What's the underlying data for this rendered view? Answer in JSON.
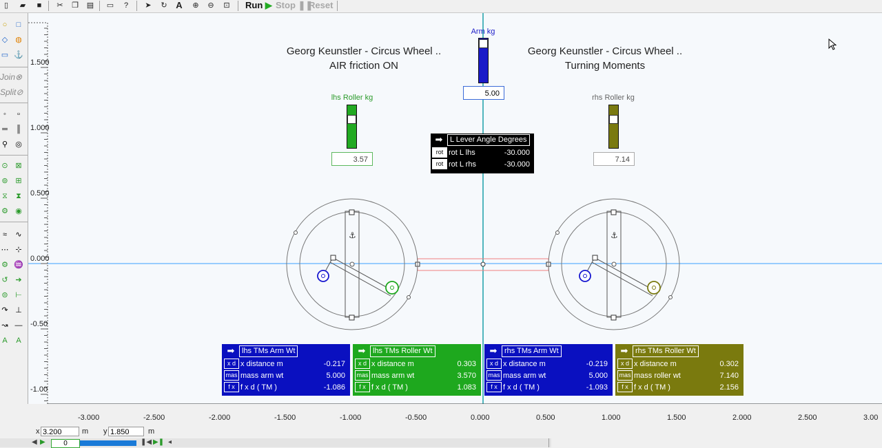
{
  "toolbar": {
    "run_label": "Run",
    "stop_label": "Stop",
    "reset_label": "Reset"
  },
  "palette": {
    "join_label": "Join",
    "split_label": "Split"
  },
  "titles": {
    "left_line1": "Georg Keunstler - Circus Wheel ..",
    "left_line2": "AIR friction ON",
    "right_line1": "Georg Keunstler - Circus Wheel ..",
    "right_line2": "Turning Moments"
  },
  "controls": {
    "arm": {
      "label": "Arm kg",
      "value": "5.00",
      "color": "#1a1ac8"
    },
    "lhs_roller": {
      "label": "lhs Roller kg",
      "value": "3.57",
      "color": "#22aa22",
      "level": 0.45
    },
    "rhs_roller": {
      "label": "rhs Roller kg",
      "value": "7.14",
      "color": "#7a7a10",
      "level": 0.45
    }
  },
  "lever_panel": {
    "title": "L Lever Angle Degrees",
    "rows": [
      {
        "icon": "rot",
        "label": "rot L lhs",
        "value": "-30.000"
      },
      {
        "icon": "rot",
        "label": "rot L rhs",
        "value": "-30.000"
      }
    ]
  },
  "panels": [
    {
      "title": "lhs TMs Arm Wt",
      "color": "#0a10c0",
      "rows": [
        {
          "icon": "x d",
          "label": "x distance m",
          "value": "-0.217"
        },
        {
          "icon": "mas",
          "label": "mass arm wt",
          "value": "5.000"
        },
        {
          "icon": "f x",
          "label": "f x d ( TM )",
          "value": "-1.086"
        }
      ]
    },
    {
      "title": "lhs TMs Roller Wt",
      "color": "#1ea81e",
      "rows": [
        {
          "icon": "x d",
          "label": "x distance m",
          "value": "0.303"
        },
        {
          "icon": "mas",
          "label": "mass arm wt",
          "value": "3.570"
        },
        {
          "icon": "f x",
          "label": "f x d ( TM )",
          "value": "1.083"
        }
      ]
    },
    {
      "title": "rhs TMs Arm Wt",
      "color": "#0a10c0",
      "rows": [
        {
          "icon": "x d",
          "label": "x distance m",
          "value": "-0.219"
        },
        {
          "icon": "mas",
          "label": "mass arm wt",
          "value": "5.000"
        },
        {
          "icon": "f x",
          "label": "f x d ( TM )",
          "value": "-1.093"
        }
      ]
    },
    {
      "title": "rhs TMs Roller Wt",
      "color": "#7a7a0e",
      "rows": [
        {
          "icon": "x d",
          "label": "x distance m",
          "value": "0.302"
        },
        {
          "icon": "mas",
          "label": "mass roller wt",
          "value": "7.140"
        },
        {
          "icon": "f x",
          "label": "f x d ( TM )",
          "value": "2.156"
        }
      ]
    }
  ],
  "x_axis_ticks": [
    "-3.000",
    "-2.500",
    "-2.000",
    "-1.500",
    "-1.000",
    "-0.500",
    "0.000",
    "0.500",
    "1.000",
    "1.500",
    "2.000",
    "2.500",
    "3.00"
  ],
  "y_axis_ticks": [
    "1.500",
    "1.000",
    "0.500",
    "0.000",
    "-0.50",
    "-1.00"
  ],
  "coords": {
    "x_label": "x",
    "x_value": "3.200",
    "x_unit": "m",
    "y_label": "y",
    "y_value": "1.850",
    "y_unit": "m"
  },
  "frame": {
    "value": "0"
  }
}
